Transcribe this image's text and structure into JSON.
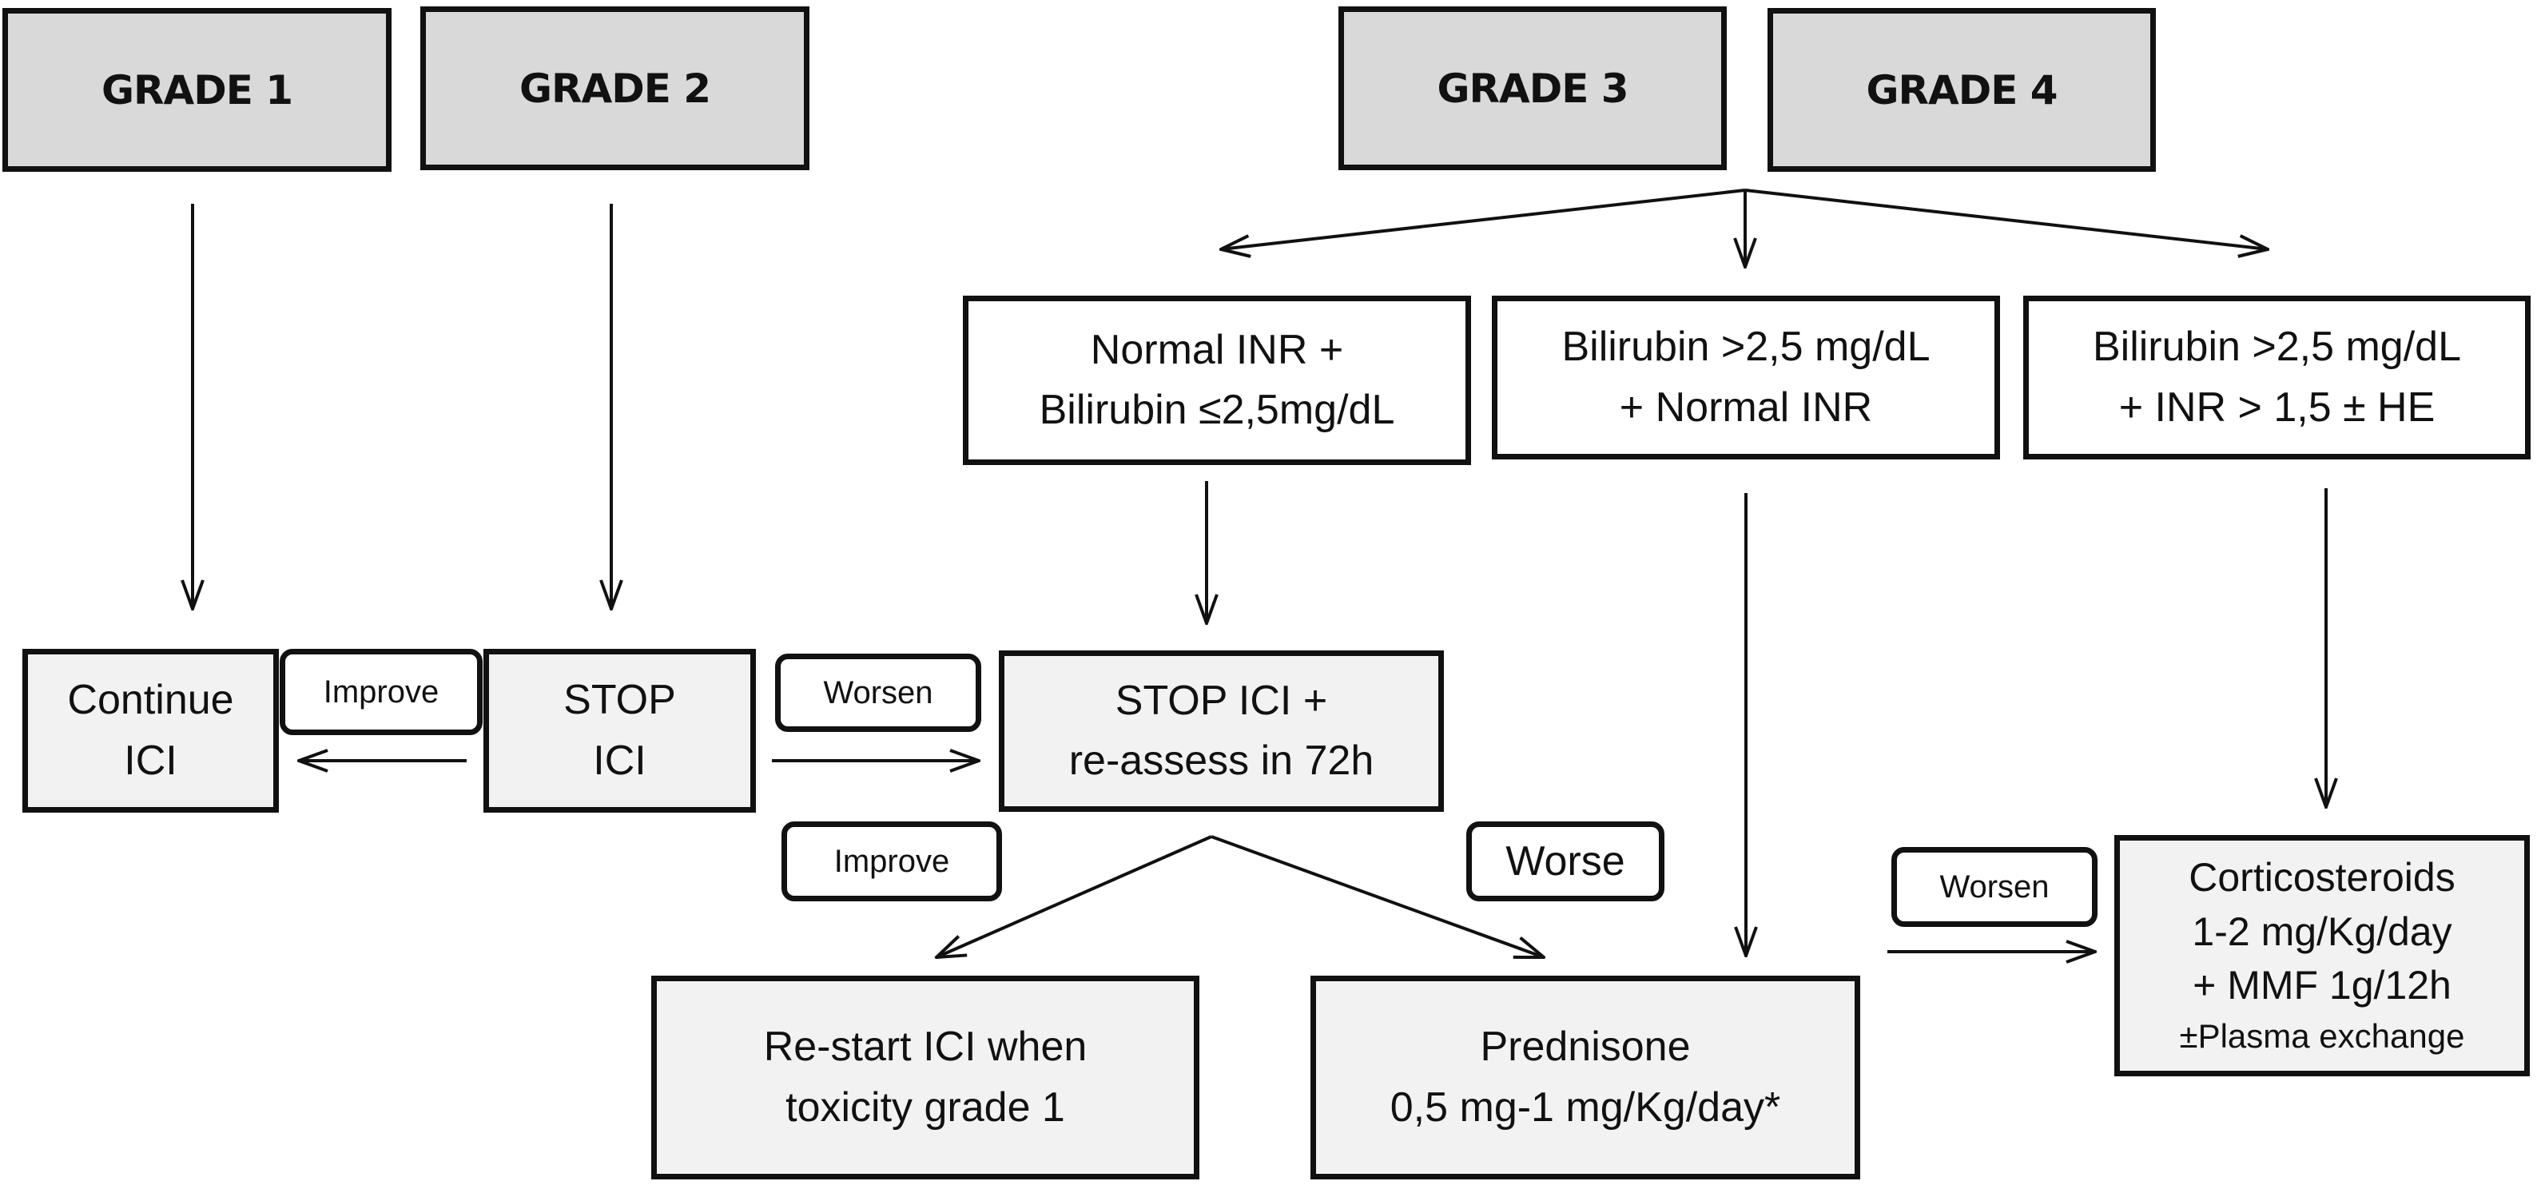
{
  "grades": {
    "g1": "GRADE 1",
    "g2": "GRADE 2",
    "g3": "GRADE 3",
    "g4": "GRADE 4"
  },
  "conditions": {
    "normal_inr": [
      "Normal INR +",
      "Bilirubin ≤2,5mg/dL"
    ],
    "bili_normal_inr": [
      "Bilirubin >2,5 mg/dL",
      "+ Normal INR"
    ],
    "bili_inr_he": [
      "Bilirubin >2,5 mg/dL",
      "+ INR > 1,5 ± HE"
    ]
  },
  "actions": {
    "continue_ici": [
      "Continue",
      "ICI"
    ],
    "stop_ici": [
      "STOP",
      "ICI"
    ],
    "stop_reassess": [
      "STOP ICI +",
      "re-assess in 72h"
    ],
    "restart": [
      "Re-start ICI when",
      "toxicity grade 1"
    ],
    "prednisone": [
      "Prednisone",
      "0,5 mg-1 mg/Kg/day*"
    ],
    "corticosteroids": [
      "Corticosteroids",
      "1-2 mg/Kg/day",
      "+ MMF 1g/12h",
      "±Plasma exchange"
    ]
  },
  "edge_labels": {
    "improve_1": "Improve",
    "worsen_1": "Worsen",
    "improve_2": "Improve",
    "worse": "Worse",
    "worsen_2": "Worsen"
  }
}
